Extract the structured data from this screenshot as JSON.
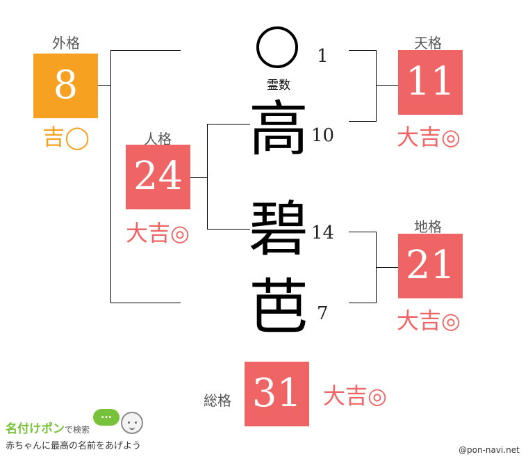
{
  "colors": {
    "orange": "#f7a122",
    "red": "#ef6464",
    "green": "#78c13b"
  },
  "gaikaku": {
    "label": "外格",
    "number": "8",
    "fortune": "吉◯"
  },
  "tenkaku": {
    "label": "天格",
    "number": "11",
    "fortune": "大吉◎"
  },
  "jinkaku": {
    "label": "人格",
    "number": "24",
    "fortune": "大吉◎"
  },
  "chikaku": {
    "label": "地格",
    "number": "21",
    "fortune": "大吉◎"
  },
  "soukaku": {
    "label": "総格",
    "number": "31",
    "fortune": "大吉◎"
  },
  "reisu": {
    "label": "霊数",
    "stroke": "1"
  },
  "characters": [
    {
      "char": "高",
      "stroke": "10"
    },
    {
      "char": "碧",
      "stroke": "14"
    },
    {
      "char": "芭",
      "stroke": "7"
    }
  ],
  "logo": {
    "title": "名付けポン",
    "search": "で検索",
    "tagline": "赤ちゃんに最高の名前をあげよう",
    "bubble": "..."
  },
  "credit": "@pon-navi.net"
}
